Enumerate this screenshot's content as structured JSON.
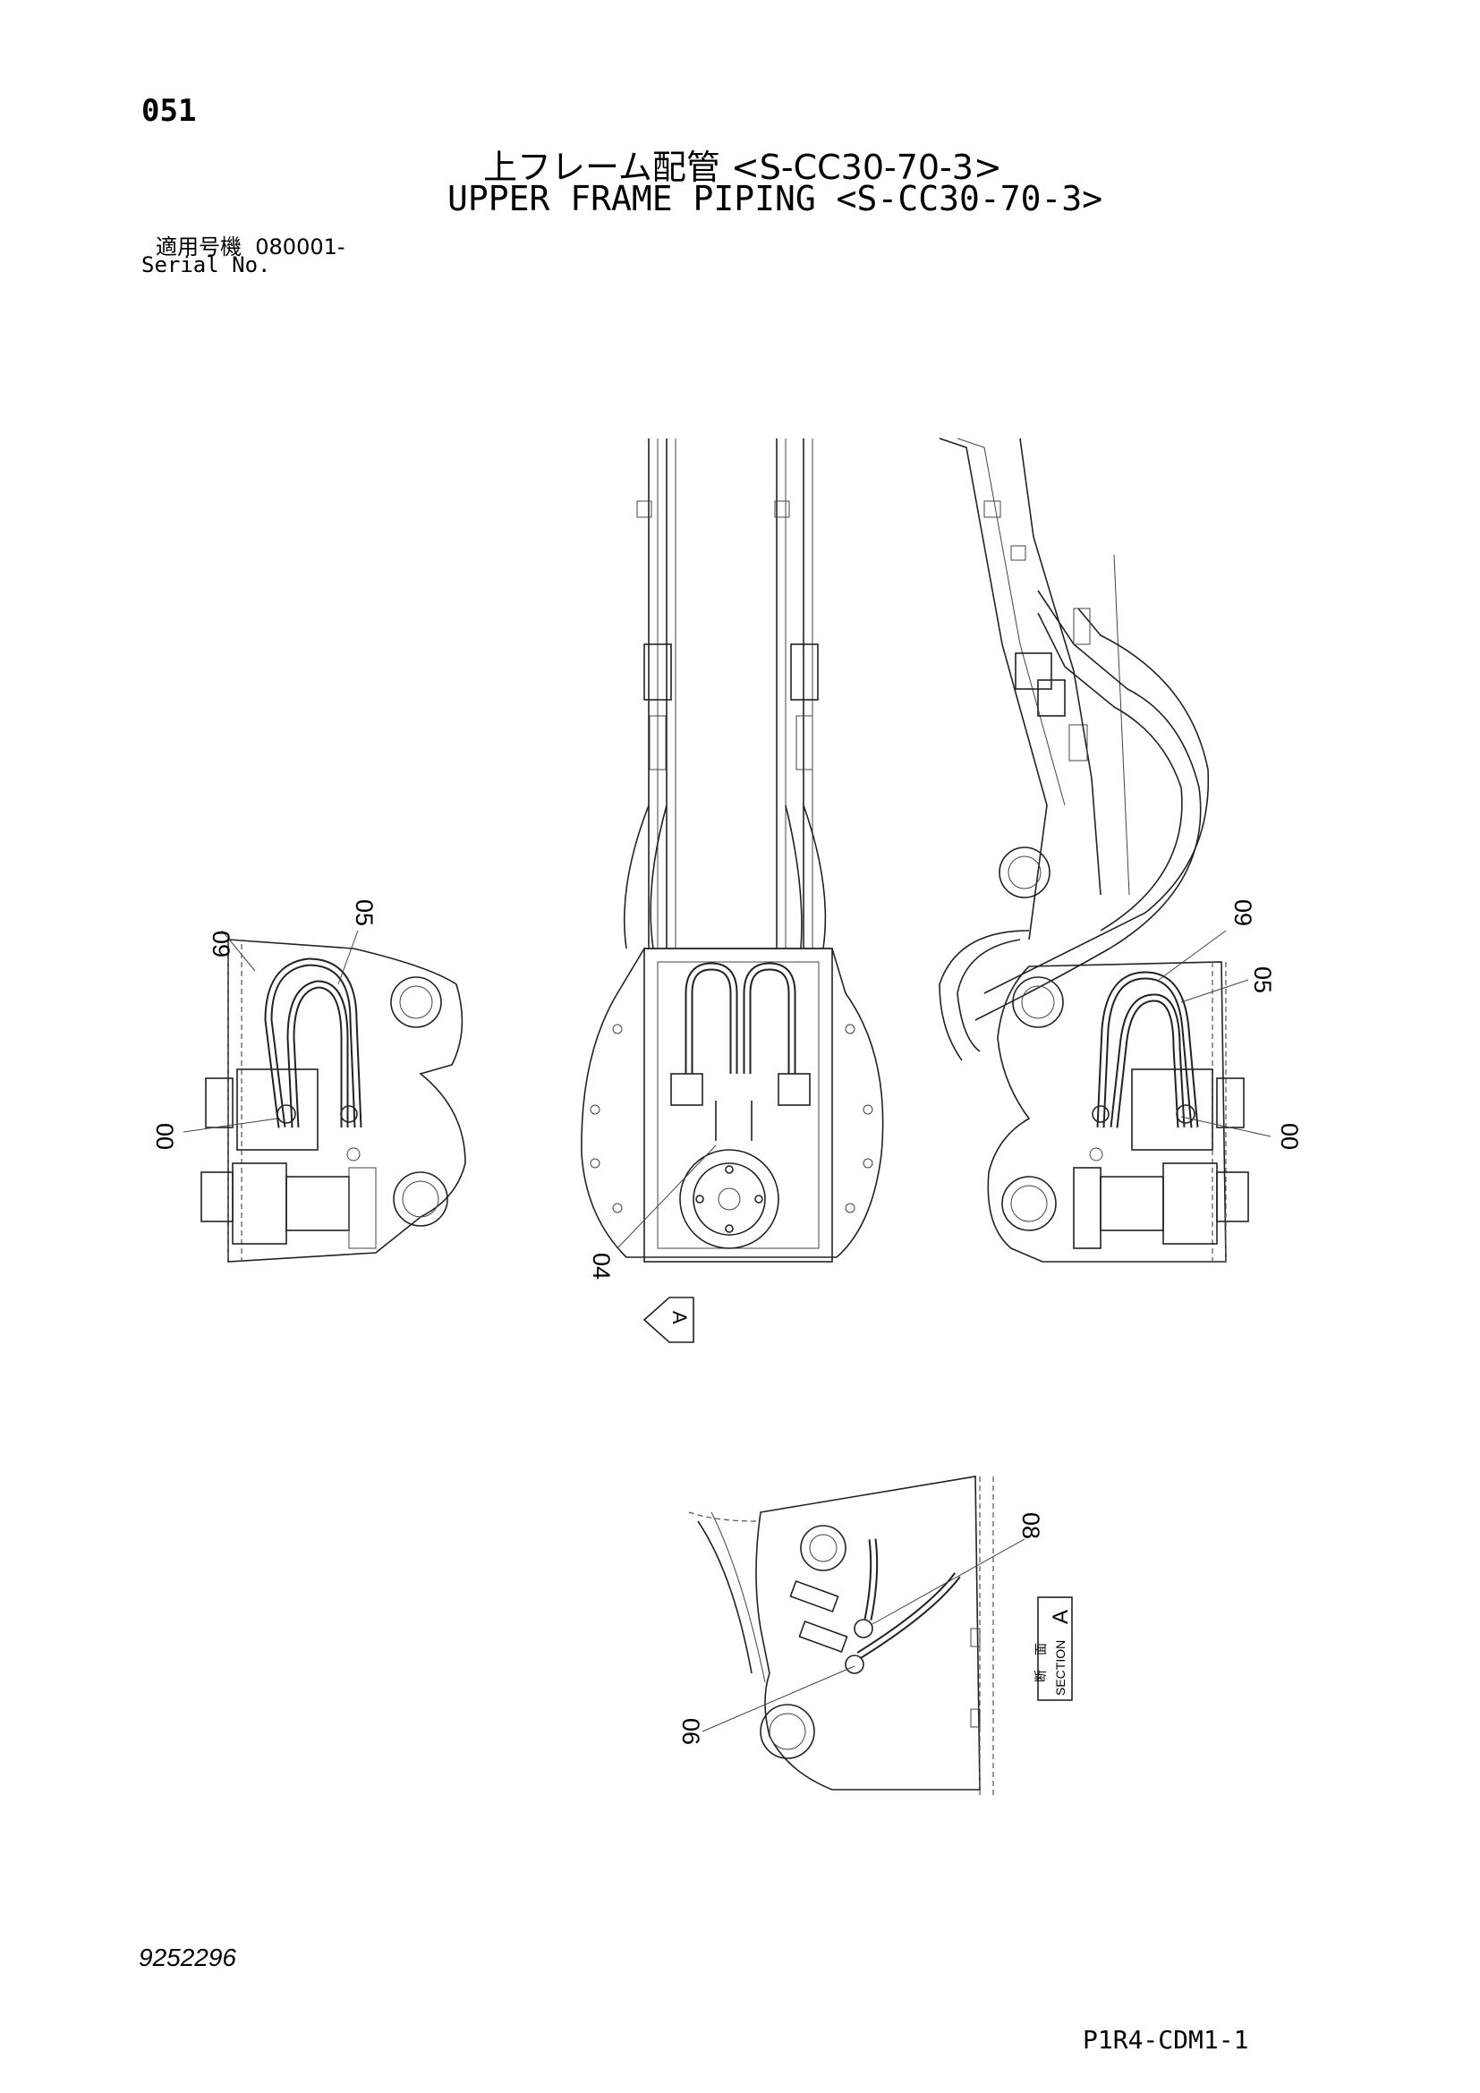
{
  "header": {
    "page_number": "051",
    "title_jp": "上フレーム配管 <S-CC30-70-3>",
    "title_en": "UPPER FRAME PIPING <S-CC30-70-3>",
    "serial_label_jp": "適用号機",
    "serial_value": "080001-",
    "serial_label_en": "Serial No."
  },
  "callouts": {
    "left_09": "09",
    "left_05": "05",
    "left_00": "00",
    "center_04": "04",
    "right_09": "09",
    "right_05": "05",
    "right_00": "00",
    "bottom_08": "08",
    "bottom_06": "06"
  },
  "view_marker": "A",
  "section": {
    "jp_1": "断",
    "jp_2": "面",
    "label": "SECTION",
    "letter": "A"
  },
  "footer": {
    "doc_number": "9252296",
    "ref_code": "P1R4-CDM1-1"
  }
}
